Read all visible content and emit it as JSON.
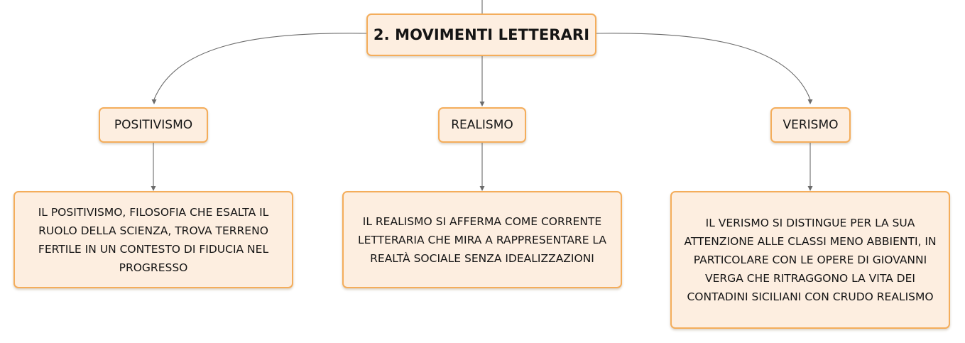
{
  "root": {
    "label": "2. MOVIMENTI LETTERARI"
  },
  "branches": [
    {
      "topic": "POSITIVISMO",
      "description": "IL POSITIVISMO, FILOSOFIA CHE ESALTA IL RUOLO DELLA SCIENZA, TROVA TERRENO FERTILE IN UN CONTESTO DI FIDUCIA NEL PROGRESSO"
    },
    {
      "topic": "REALISMO",
      "description": "IL REALISMO SI AFFERMA COME CORRENTE LETTERARIA CHE MIRA A RAPPRESENTARE LA REALTÀ SOCIALE SENZA IDEALIZZAZIONI"
    },
    {
      "topic": "VERISMO",
      "description": "IL VERISMO SI DISTINGUE PER LA SUA ATTENZIONE ALLE CLASSI MENO ABBIENTI, IN PARTICOLARE CON LE OPERE DI GIOVANNI VERGA CHE RITRAGGONO LA VITA DEI CONTADINI SICILIANI CON CRUDO REALISMO"
    }
  ],
  "colors": {
    "node_fill": "#fdeee0",
    "node_border": "#f4ad5b",
    "connector": "#6b6b6b",
    "text": "#151515"
  }
}
